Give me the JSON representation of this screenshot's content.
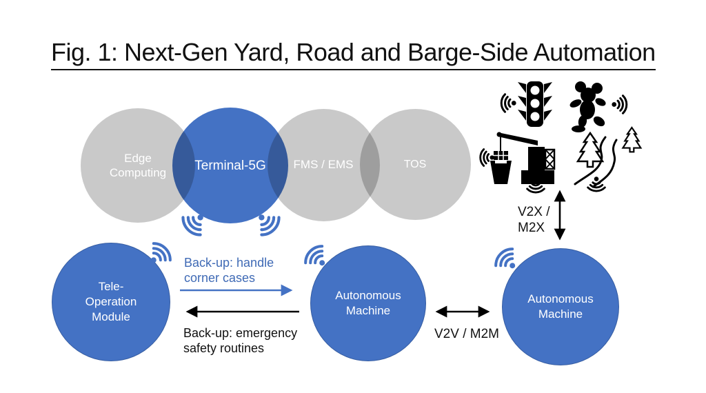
{
  "title": "Fig. 1: Next-Gen Yard, Road and Barge-Side Automation",
  "venn": {
    "circles": [
      {
        "label": "Edge\nComputing",
        "color": "#C9C9C9"
      },
      {
        "label": "Terminal-5G",
        "color": "#4472C4"
      },
      {
        "label": "FMS / EMS",
        "color": "#C9C9C9"
      },
      {
        "label": "TOS",
        "color": "#C9C9C9"
      }
    ]
  },
  "nodes": [
    {
      "label": "Tele-\nOperation\nModule"
    },
    {
      "label": "Autonomous\nMachine"
    },
    {
      "label": "Autonomous\nMachine"
    }
  ],
  "annotations": {
    "backup_forward": "Back-up: handle\ncorner cases",
    "backup_reverse": "Back-up: emergency\nsafety routines",
    "v2x": "V2X /\nM2X",
    "v2v": "V2V / M2M"
  },
  "icons": {
    "wifi_icon": "radio-signal-arcs-with-dot",
    "traffic_light_icon": "traffic-light",
    "mickey_icon": "mickey-mouse-silhouette",
    "crane_barge_icon": "crane-loading-barge",
    "road_trees_icon": "winding-road-with-pine-trees"
  },
  "colors": {
    "accent_blue": "#4472C4",
    "circle_gray": "#C9C9C9",
    "text_black": "#111111",
    "label_white": "#FFFFFF"
  }
}
